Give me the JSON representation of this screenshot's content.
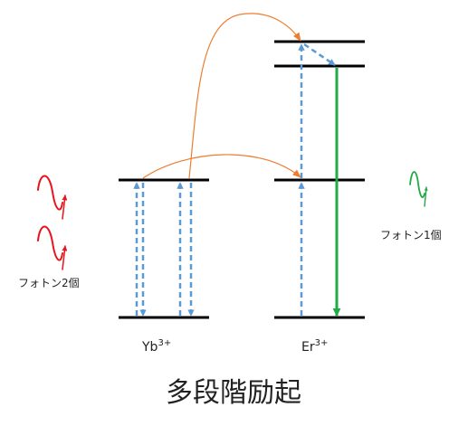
{
  "title": "多段階励起",
  "ions": {
    "yb": {
      "base": "Yb",
      "charge": "3+"
    },
    "er": {
      "base": "Er",
      "charge": "3+"
    }
  },
  "photon_labels": {
    "absorbed": "フォトン2個",
    "emitted": "フォトン1個"
  },
  "colors": {
    "level_line": "#000000",
    "excitation": "#5B9BD5",
    "energy_transfer": "#ED7D31",
    "emission": "#22AA44",
    "incoming_photon": "#E8141B"
  }
}
